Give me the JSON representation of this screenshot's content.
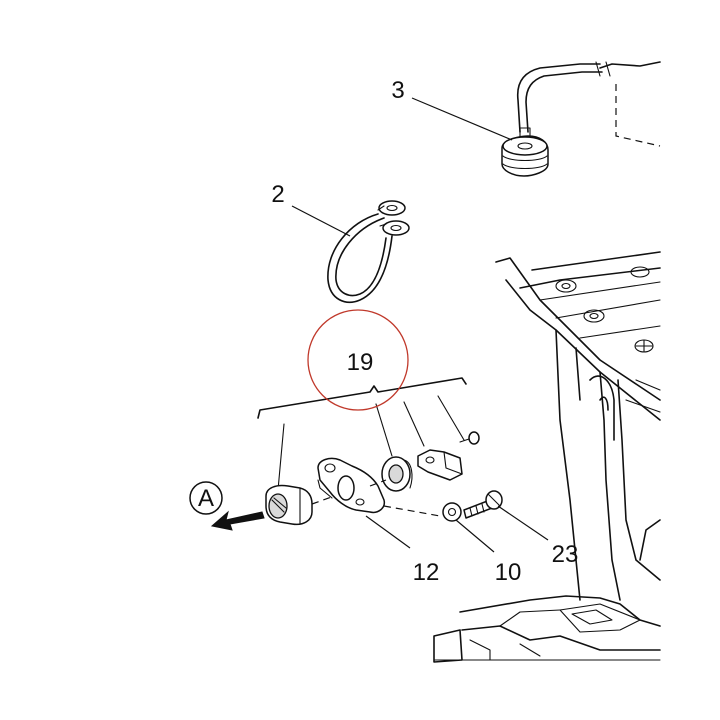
{
  "callouts": {
    "part_2": "2",
    "part_3": "3",
    "part_10": "10",
    "part_12": "12",
    "part_19": "19",
    "part_23": "23"
  },
  "direction_marker": "A",
  "colors": {
    "line": "#111111",
    "highlight_circle": "#c0392b",
    "background": "#ffffff"
  }
}
